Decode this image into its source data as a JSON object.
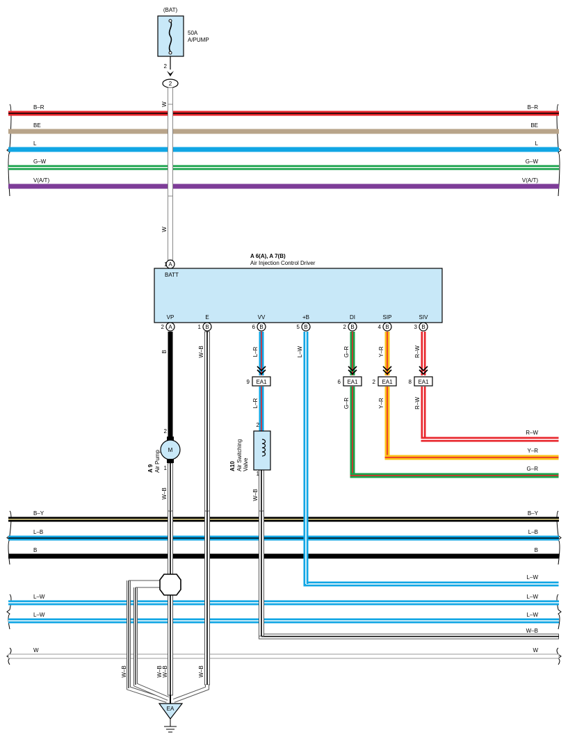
{
  "colors": {
    "black": "#000000",
    "white": "#ffffff",
    "red": "#e8262c",
    "pink": "#f08a8a",
    "beige": "#b8a48a",
    "blue": "#11a6e4",
    "green": "#17a24a",
    "purple": "#7d3c98",
    "yellow": "#fbc21a",
    "paleyellow": "#f2e394",
    "lightblue": "#c8e8f8",
    "grey": "#9a9a9a"
  },
  "fuse": {
    "source": "(BAT)",
    "rating": "50A",
    "name": "A/PUMP",
    "pin": "2",
    "connector": "2"
  },
  "buses_top": [
    {
      "label": "B–R",
      "color_main": "#e8262c",
      "color_stripe": "#000000"
    },
    {
      "label": "BE",
      "color_main": "#b8a48a",
      "color_stripe": "#b8a48a"
    },
    {
      "label": "L",
      "color_main": "#11a6e4",
      "color_stripe": "#11a6e4"
    },
    {
      "label": "G–W",
      "color_main": "#17a24a",
      "color_stripe": "#ffffff"
    },
    {
      "label": "V(A/T)",
      "color_main": "#7d3c98",
      "color_stripe": "#7d3c98"
    }
  ],
  "buses_bottom": [
    {
      "label": "B–Y",
      "color_main": "#000000",
      "color_stripe": "#f2e394"
    },
    {
      "label": "L–B",
      "color_main": "#11a6e4",
      "color_stripe": "#000000"
    },
    {
      "label": "B",
      "color_main": "#000000",
      "color_stripe": "#000000"
    }
  ],
  "buses_lw": [
    {
      "label": "L–W"
    },
    {
      "label": "L–W"
    }
  ],
  "bus_w": {
    "label": "W"
  },
  "bus_wb": {
    "label": "W–B"
  },
  "bus_lw_right": {
    "label": "L–W"
  },
  "right_wires": [
    {
      "label": "R–W"
    },
    {
      "label": "Y–R"
    },
    {
      "label": "G–R"
    }
  ],
  "driver": {
    "ref": "A 6(A), A 7(B)",
    "name": "Air Injection Control Driver",
    "top_pin": {
      "num": "1",
      "conn": "A",
      "name": "BATT"
    },
    "pins": [
      {
        "name": "VP",
        "num": "2",
        "conn": "A",
        "wire": "B"
      },
      {
        "name": "E",
        "num": "1",
        "conn": "B",
        "wire": "W–B"
      },
      {
        "name": "VV",
        "num": "6",
        "conn": "B",
        "wire": "L–R"
      },
      {
        "name": "+B",
        "num": "5",
        "conn": "B",
        "wire": "L–W"
      },
      {
        "name": "DI",
        "num": "2",
        "conn": "B",
        "wire": "G–R"
      },
      {
        "name": "SIP",
        "num": "4",
        "conn": "B",
        "wire": "Y–R"
      },
      {
        "name": "SIV",
        "num": "3",
        "conn": "B",
        "wire": "R–W"
      }
    ]
  },
  "wire_w_top": "W",
  "wire_w_mid": "W",
  "ea1": [
    {
      "num": "9",
      "label": "EA1",
      "wire_below": "L–R"
    },
    {
      "num": "6",
      "label": "EA1",
      "wire_below": "G–R"
    },
    {
      "num": "2",
      "label": "EA1",
      "wire_below": "Y–R"
    },
    {
      "num": "8",
      "label": "EA1",
      "wire_below": "R–W"
    }
  ],
  "pump": {
    "ref": "A 9",
    "name": "Air Pump",
    "symbol": "M",
    "pin_top": "2",
    "pin_bottom": "1",
    "wire_below": "W–B"
  },
  "valve": {
    "ref": "A10",
    "name_line1": "Air Switching",
    "name_line2": "Valve",
    "pin_top": "2",
    "pin_bottom": "1",
    "wire_below": "W–B"
  },
  "ground": {
    "label": "EA",
    "wires": [
      "W–B",
      "W–B",
      "W–B",
      "W–B"
    ]
  }
}
